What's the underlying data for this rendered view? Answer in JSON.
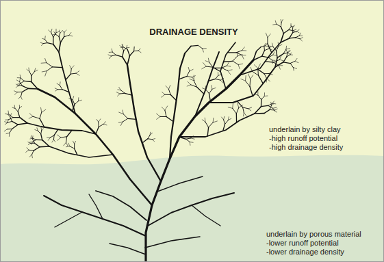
{
  "diagram": {
    "title": "DRAINAGE DENSITY",
    "nodes": [
      {
        "text": [
          "underlain by silty clay",
          "-high runoff potential",
          "-high drainage density"
        ]
      },
      {
        "text": [
          "underlain by porous material",
          "-lower runoff potential",
          "-lower drainage density"
        ]
      }
    ]
  }
}
